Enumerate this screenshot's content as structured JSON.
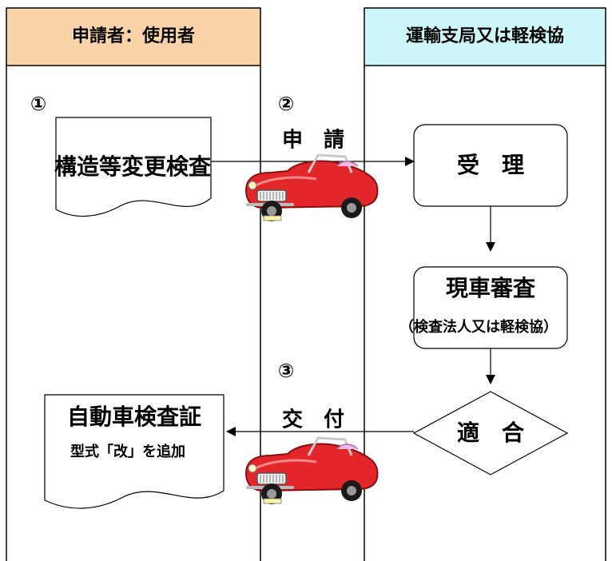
{
  "lanes": {
    "applicant": {
      "header": "申請者：使用者",
      "color": "#fbd3a8"
    },
    "bureau": {
      "header": "運輸支局又は軽検協",
      "color": "#cdf7fb"
    }
  },
  "steps": {
    "step1": "①",
    "step2": "②",
    "step3": "③"
  },
  "documents": {
    "inspection": "構造等変更検査",
    "certificate": "自動車検査証",
    "certificate_note": "型式「改」を追加"
  },
  "flow_labels": {
    "apply": "申　請",
    "issue": "交　付"
  },
  "process": {
    "receipt": "受　理",
    "vehicle_review": "現車審査",
    "vehicle_review_note": "（検査法人又は軽検協）",
    "decision": "適　合"
  },
  "icons": [
    "red-car-icon",
    "red-car-icon"
  ]
}
